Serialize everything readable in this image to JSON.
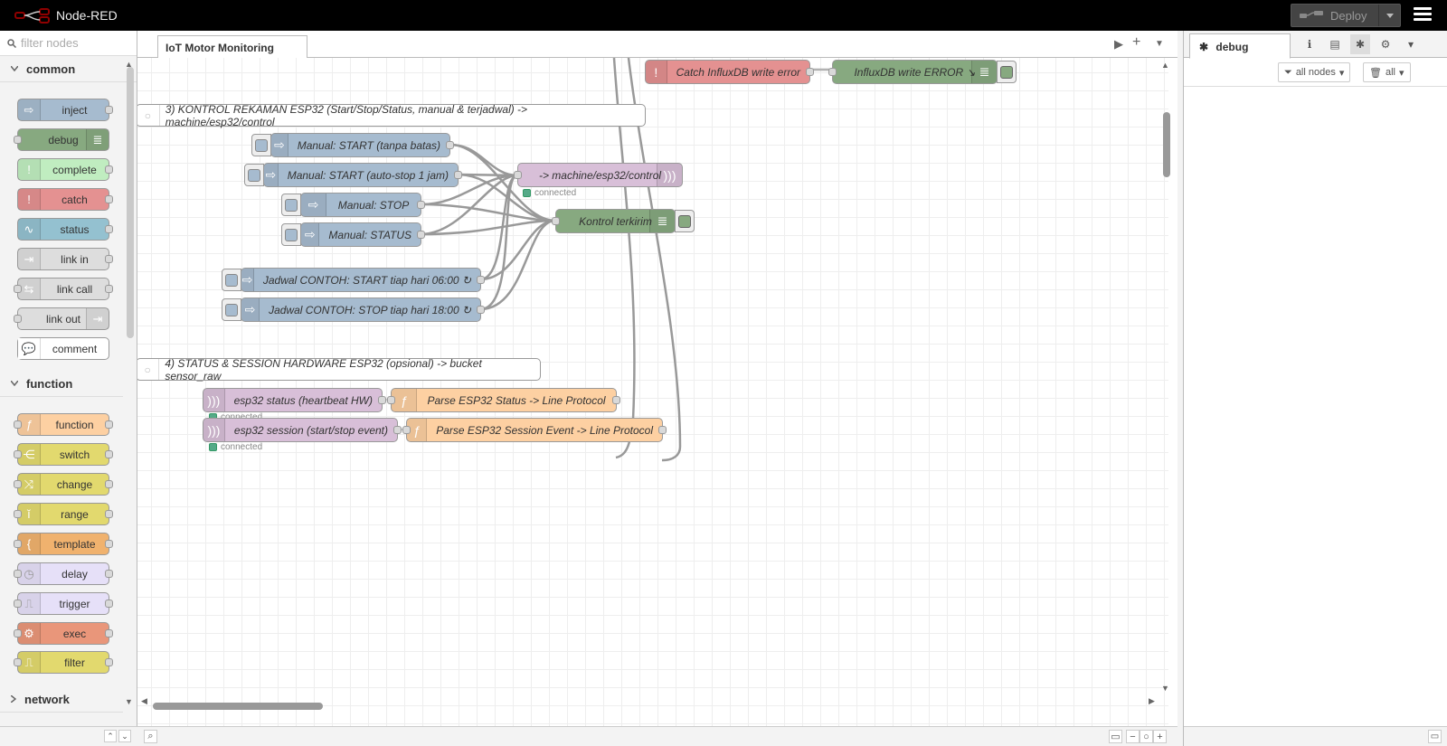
{
  "header": {
    "app_title": "Node-RED",
    "deploy_label": "Deploy"
  },
  "palette": {
    "search_placeholder": "filter nodes",
    "categories": {
      "common": "common",
      "function": "function",
      "network": "network"
    },
    "common_nodes": [
      "inject",
      "debug",
      "complete",
      "catch",
      "status",
      "link in",
      "link call",
      "link out",
      "comment"
    ],
    "function_nodes": [
      "function",
      "switch",
      "change",
      "range",
      "template",
      "delay",
      "trigger",
      "exec",
      "filter"
    ]
  },
  "workspace": {
    "tab_label": "IoT Motor Monitoring",
    "comments": {
      "c3": "3) KONTROL REKAMAN ESP32 (Start/Stop/Status, manual & terjadwal) -> machine/esp32/control",
      "c4": "4) STATUS & SESSION HARDWARE ESP32 (opsional) -> bucket sensor_raw"
    },
    "nodes": {
      "catch_influx": "Catch InfluxDB write error",
      "influx_error": "InfluxDB write ERROR ↘",
      "manual_start": "Manual: START (tanpa batas)",
      "manual_start_auto": "Manual: START (auto-stop 1 jam)",
      "manual_stop": "Manual: STOP",
      "manual_status": "Manual: STATUS",
      "jadwal_start": "Jadwal CONTOH: START tiap hari 06:00 ↻",
      "jadwal_stop": "Jadwal CONTOH: STOP tiap hari 18:00 ↻",
      "mqtt_out": "-> machine/esp32/control",
      "kontrol": "Kontrol terkirim",
      "esp32_status": "esp32 status (heartbeat HW)",
      "parse_status": "Parse ESP32 Status -> Line Protocol",
      "esp32_session": "esp32 session (start/stop event)",
      "parse_session": "Parse ESP32 Session Event -> Line Protocol"
    },
    "status_connected": "connected"
  },
  "sidebar": {
    "tab_label": "debug",
    "filter_nodes": "all nodes",
    "clear_all": "all"
  },
  "colors": {
    "inject": "#a6bbcf",
    "debug": "#87a980",
    "complete": "#c0edc0",
    "catch": "#e49191",
    "status": "#94c1d0",
    "link": "#dddddd",
    "function": "#fdd0a2",
    "switch": "#e2d96e",
    "delay": "#e6e0f8",
    "exec": "#e9967a",
    "mqtt": "#d8bfd8",
    "template": "#f0b26e"
  }
}
